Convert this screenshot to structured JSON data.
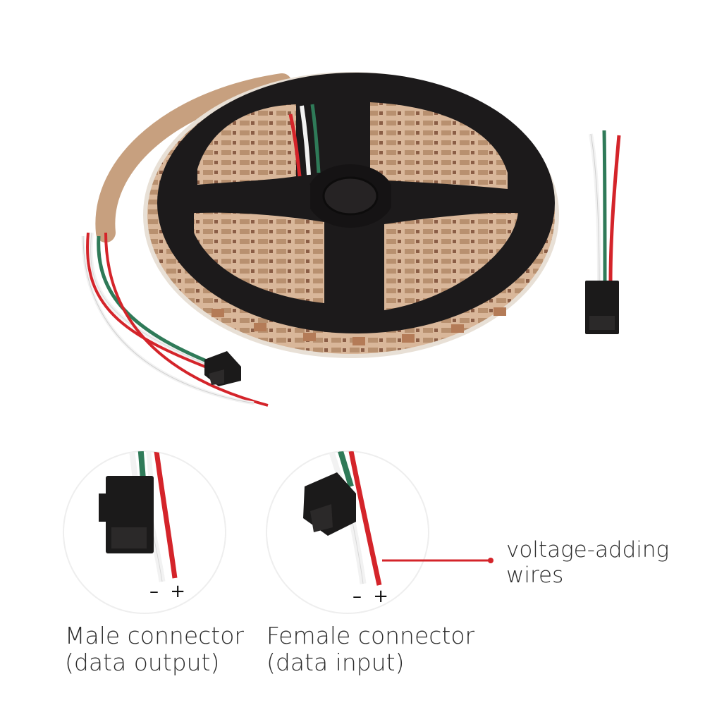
{
  "annotations": {
    "male_polarity": "– +",
    "female_polarity": "– +",
    "callout_line1": "voltage-adding",
    "callout_line2": "wires",
    "male_title": "Male connector",
    "male_subtitle": "(data output)",
    "female_title": "Female connector",
    "female_subtitle": "(data input)"
  },
  "colors": {
    "wire_red": "#d4242a",
    "wire_green": "#2f7a58",
    "wire_white": "#f2f2f2",
    "reel_black": "#1c1a1b",
    "strip_tan": "#c9a384",
    "callout_red": "#d4242a"
  }
}
